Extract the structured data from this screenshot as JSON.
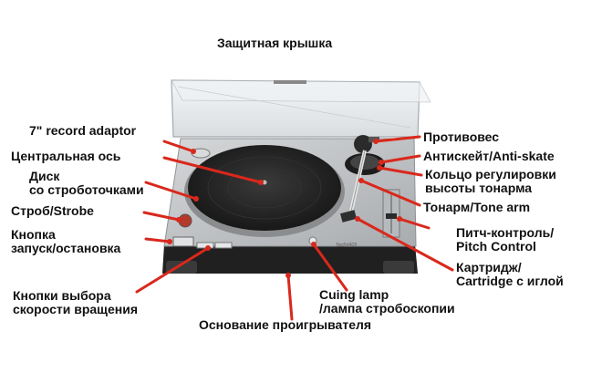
{
  "diagram": {
    "labels": {
      "lid": "Защитная крышка",
      "adaptor": "7\" record adaptor",
      "spindle": "Центральная ось",
      "platter_line1": "Диск",
      "platter_line2": "со строботочками",
      "strobe": "Строб/Strobe",
      "startstop_line1": "Кнопка",
      "startstop_line2": "запуск/остановка",
      "speed_line1": "Кнопки выбора",
      "speed_line2": "скорости вращения",
      "counterweight": "Противовес",
      "antiskate": "Антискейт/Anti-skate",
      "height_line1": "Кольцо регулировки",
      "height_line2": "высоты тонарма",
      "tonearm": "Тонарм/Tone arm",
      "pitch_line1": "Питч-контроль/",
      "pitch_line2": "Pitch Control",
      "cartridge_line1": "Картридж/",
      "cartridge_line2": "Cartridge с иглой",
      "cuing_line1": "Cuing lamp",
      "cuing_line2": "/лампа стробоскопии",
      "base": "Основание проигрывателя",
      "brand": "Technics"
    },
    "colors": {
      "arrow": "#d9281c",
      "text": "#111111",
      "plinth": "#c4c6c8",
      "platter": "#2a2a2a",
      "lid": "#e8ecef"
    }
  }
}
